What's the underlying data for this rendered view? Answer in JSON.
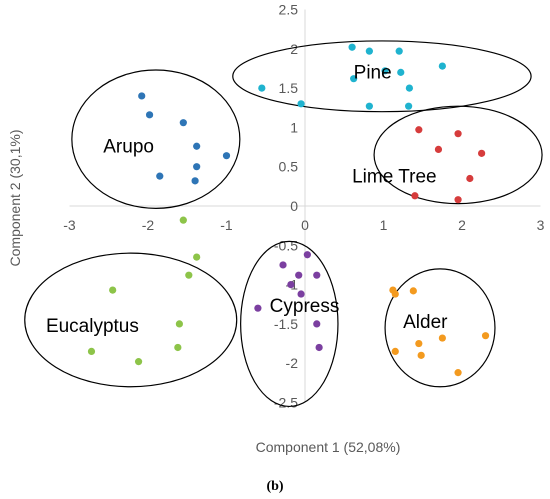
{
  "chart_data": {
    "type": "scatter",
    "caption": "(b)",
    "xlabel": "Component 1  (52,08%)",
    "ylabel": "Component 2 (30,1%)",
    "xlim": [
      -3,
      3
    ],
    "ylim": [
      -2.5,
      2.5
    ],
    "x_ticks": [
      "-3",
      "-2",
      "-1",
      "0",
      "1",
      "2",
      "3"
    ],
    "y_ticks": [
      "2.5",
      "2",
      "1.5",
      "1",
      "0.5",
      "0",
      "-0.5",
      "-1",
      "-1.5",
      "-2",
      "-2.5"
    ],
    "grid": false,
    "legend": "none",
    "series": [
      {
        "name": "Pine",
        "color": "#1fb3cf",
        "points": [
          [
            0.6,
            2.02
          ],
          [
            0.82,
            1.97
          ],
          [
            1.2,
            1.97
          ],
          [
            1.75,
            1.78
          ],
          [
            1.02,
            1.72
          ],
          [
            1.22,
            1.7
          ],
          [
            0.62,
            1.62
          ],
          [
            1.33,
            1.5
          ],
          [
            -0.55,
            1.5
          ],
          [
            -0.05,
            1.3
          ],
          [
            0.82,
            1.27
          ],
          [
            1.32,
            1.27
          ]
        ]
      },
      {
        "name": "Arupo",
        "color": "#2e75b6",
        "points": [
          [
            -2.08,
            1.4
          ],
          [
            -1.98,
            1.16
          ],
          [
            -1.55,
            1.06
          ],
          [
            -1.38,
            0.76
          ],
          [
            -1.0,
            0.64
          ],
          [
            -1.38,
            0.5
          ],
          [
            -1.85,
            0.38
          ],
          [
            -1.4,
            0.32
          ]
        ]
      },
      {
        "name": "Lime Tree",
        "color": "#d63c3c",
        "points": [
          [
            1.45,
            0.97
          ],
          [
            1.95,
            0.92
          ],
          [
            1.7,
            0.72
          ],
          [
            2.25,
            0.67
          ],
          [
            2.1,
            0.35
          ],
          [
            1.4,
            0.13
          ],
          [
            1.95,
            0.08
          ]
        ]
      },
      {
        "name": "Eucalyptus",
        "color": "#8dc449",
        "points": [
          [
            -1.55,
            -0.18
          ],
          [
            -1.38,
            -0.65
          ],
          [
            -1.48,
            -0.88
          ],
          [
            -2.45,
            -1.07
          ],
          [
            -1.6,
            -1.5
          ],
          [
            -2.72,
            -1.85
          ],
          [
            -1.62,
            -1.8
          ],
          [
            -2.12,
            -1.98
          ]
        ]
      },
      {
        "name": "Cypress",
        "color": "#7b3fa0",
        "points": [
          [
            0.03,
            -0.62
          ],
          [
            -0.28,
            -0.75
          ],
          [
            -0.08,
            -0.88
          ],
          [
            0.15,
            -0.88
          ],
          [
            -0.18,
            -1.0
          ],
          [
            -0.05,
            -1.12
          ],
          [
            -0.6,
            -1.3
          ],
          [
            0.15,
            -1.5
          ],
          [
            0.18,
            -1.8
          ]
        ]
      },
      {
        "name": "Alder",
        "color": "#f39a1f",
        "points": [
          [
            1.12,
            -1.07
          ],
          [
            1.38,
            -1.08
          ],
          [
            1.15,
            -1.12
          ],
          [
            2.3,
            -1.65
          ],
          [
            1.75,
            -1.68
          ],
          [
            1.45,
            -1.75
          ],
          [
            1.15,
            -1.85
          ],
          [
            1.48,
            -1.9
          ],
          [
            1.95,
            -2.12
          ]
        ]
      }
    ],
    "cluster_labels": [
      {
        "text": "Pine",
        "x": 0.62,
        "y": 1.62
      },
      {
        "text": "Arupo",
        "x": -2.57,
        "y": 0.68
      },
      {
        "text": "Lime Tree",
        "x": 0.6,
        "y": 0.3
      },
      {
        "text": "Eucalyptus",
        "x": -3.3,
        "y": -1.6
      },
      {
        "text": "Cypress",
        "x": -0.45,
        "y": -1.35
      },
      {
        "text": "Alder",
        "x": 1.25,
        "y": -1.55
      }
    ],
    "clusters": [
      {
        "name": "Pine",
        "cx": 0.98,
        "cy": 1.65,
        "rx": 1.9,
        "ry": 0.45
      },
      {
        "name": "Arupo",
        "cx": -1.9,
        "cy": 0.85,
        "rx": 1.07,
        "ry": 0.88
      },
      {
        "name": "Lime Tree",
        "cx": 1.95,
        "cy": 0.65,
        "rx": 1.07,
        "ry": 0.62
      },
      {
        "name": "Eucalyptus",
        "cx": -2.22,
        "cy": -1.45,
        "rx": 1.35,
        "ry": 0.85
      },
      {
        "name": "Cypress",
        "cx": -0.2,
        "cy": -1.5,
        "rx": 0.62,
        "ry": 1.05
      },
      {
        "name": "Alder",
        "cx": 1.72,
        "cy": -1.55,
        "rx": 0.7,
        "ry": 0.75
      }
    ]
  }
}
